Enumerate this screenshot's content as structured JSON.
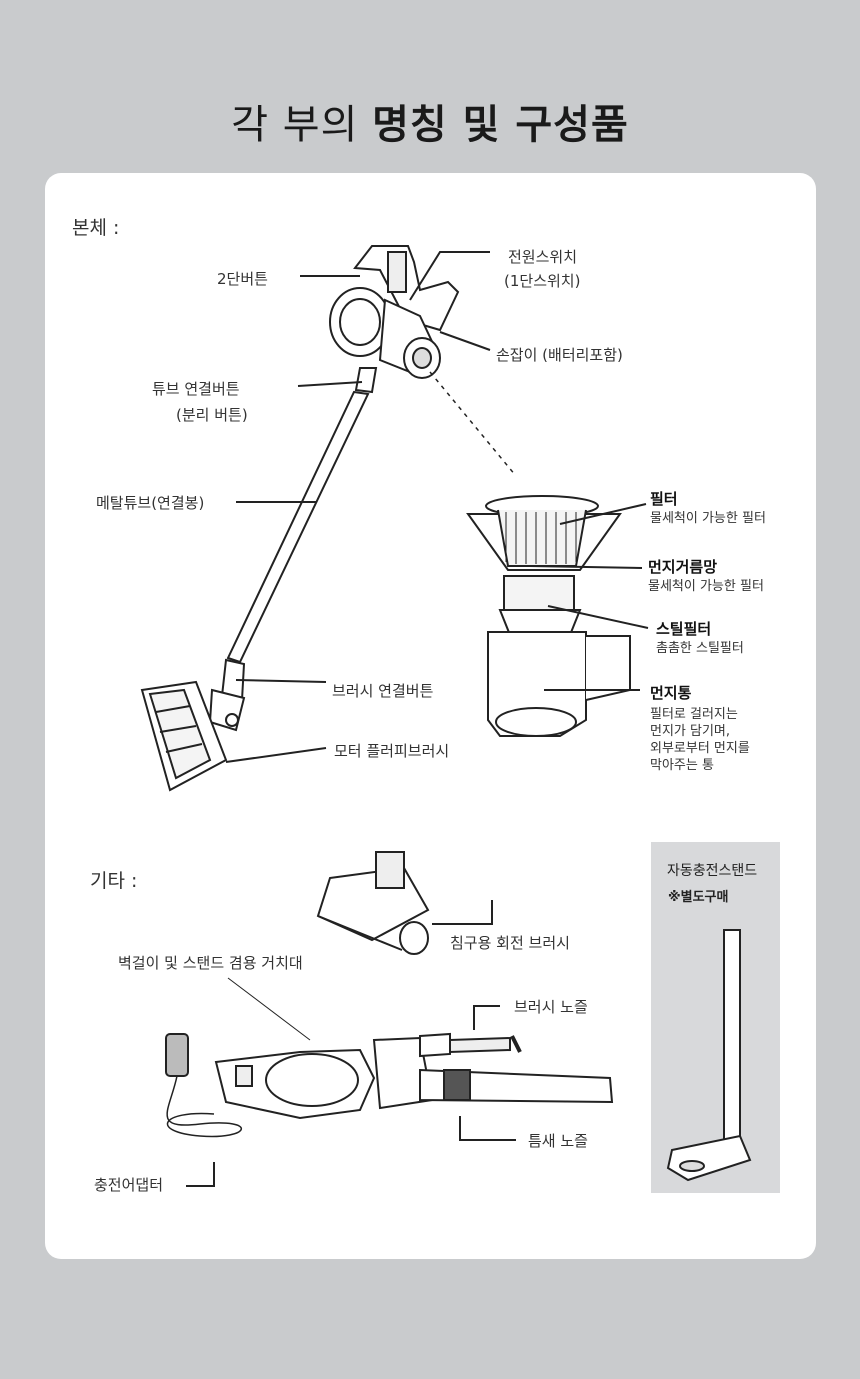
{
  "title": {
    "regular": "각 부의 ",
    "bold": "명칭 및 구성품"
  },
  "body_section": "본체 :",
  "labels": {
    "two_step_button": "2단버튼",
    "power_switch_1": "전원스위치",
    "power_switch_2": "(1단스위치)",
    "handle": "손잡이 (배터리포함)",
    "tube_button_1": "튜브 연결버튼",
    "tube_button_2": "(분리 버튼)",
    "metal_tube": "메탈튜브(연결봉)",
    "brush_button": "브러시 연결버튼",
    "motor_brush": "모터 플러피브러시"
  },
  "parts": [
    {
      "title": "필터",
      "desc": [
        "물세척이 가능한 필터"
      ]
    },
    {
      "title": "먼지거름망",
      "desc": [
        "물세척이 가능한 필터"
      ]
    },
    {
      "title": "스틸필터",
      "desc": [
        "촘촘한 스틸필터"
      ]
    },
    {
      "title": "먼지통",
      "desc": [
        "필터로 걸러지는",
        "먼지가 담기며,",
        "외부로부터 먼지를",
        "막아주는 통"
      ]
    }
  ],
  "other_section": "기타 :",
  "others": {
    "bed_brush": "침구용 회전 브러시",
    "wall_mount": "벽걸이 및 스탠드 겸용 거치대",
    "brush_nozzle": "브러시 노즐",
    "crevice_nozzle": "틈새 노즐",
    "adapter": "충전어댑터"
  },
  "stand": {
    "title": "자동충전스탠드",
    "note": "※별도구매"
  }
}
